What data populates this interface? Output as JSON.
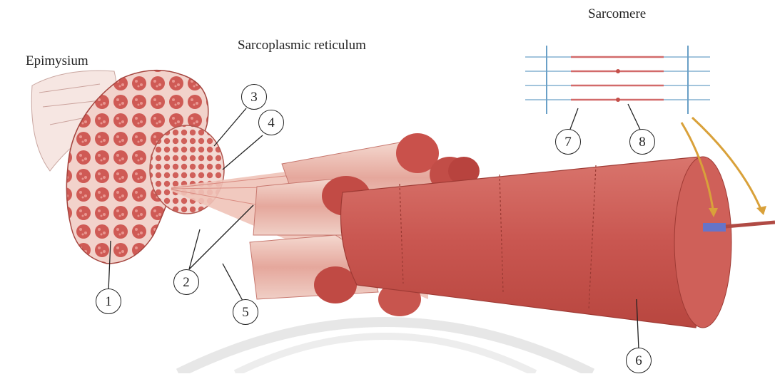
{
  "title_labels": {
    "epimysium": "Epimysium",
    "sarcoplasmic_reticulum": "Sarcoplasmic reticulum",
    "sarcomere": "Sarcomere"
  },
  "callouts": [
    "1",
    "2",
    "3",
    "4",
    "5",
    "6",
    "7",
    "8"
  ],
  "colors": {
    "muscle": "#c84a46",
    "muscle_light": "#e6a39a",
    "fascicle_bg": "#f1cfc8",
    "thin_filament": "#6aa0c7",
    "thick_filament": "#d26a6a",
    "arrow": "#d9a13a",
    "myofibril_blue": "#6674c9"
  }
}
